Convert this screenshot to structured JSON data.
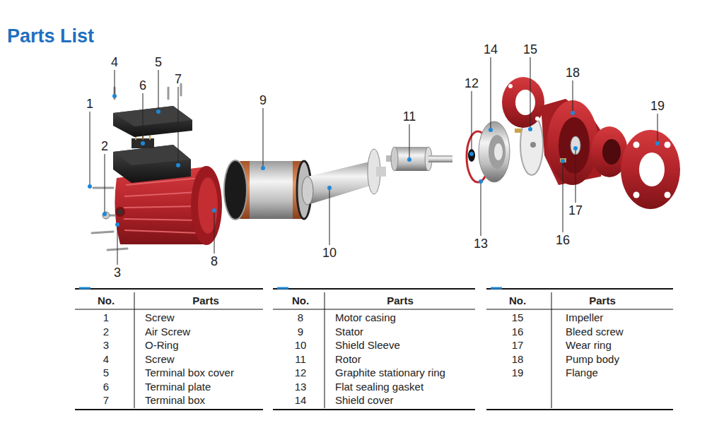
{
  "diagram": {
    "title": "Parts List",
    "labels": [
      "1",
      "2",
      "3",
      "4",
      "5",
      "6",
      "7",
      "8",
      "9",
      "10",
      "11",
      "12",
      "13",
      "14",
      "15",
      "16",
      "17",
      "18",
      "19",
      "No.",
      "Parts",
      "No.",
      "Parts",
      "No.",
      "Parts",
      "1",
      "Screw",
      "2",
      "Air Screw",
      "3",
      "O-Ring",
      "4",
      "Screw",
      "5",
      "Terminal box cover",
      "6",
      "Terminal plate",
      "7",
      "Terminal box",
      "8",
      "Motor casing",
      "9",
      "Stator",
      "10",
      "Shield Sleeve",
      "11",
      "Rotor",
      "12",
      "Graphite stationary ring",
      "13",
      "Flat sealing gasket",
      "14",
      "Shield cover",
      "15",
      "Impeller",
      "16",
      "Bleed screw",
      "17",
      "Wear ring",
      "18",
      "Pump body",
      "19",
      "Flange"
    ]
  }
}
